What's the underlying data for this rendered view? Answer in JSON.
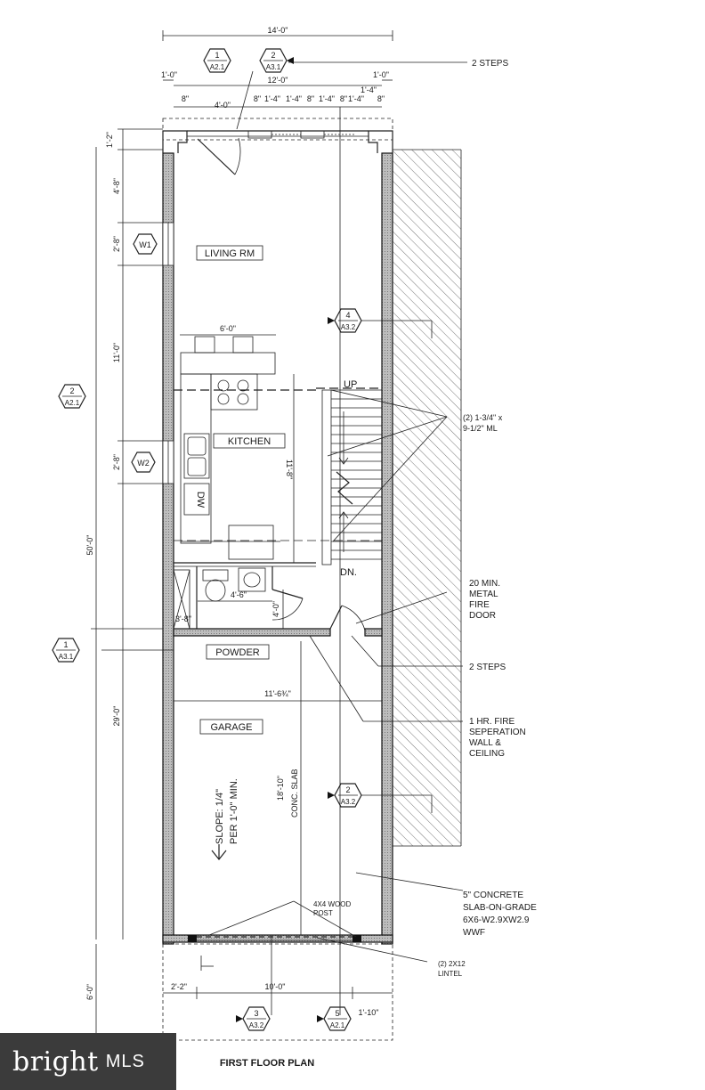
{
  "drawing_title": "FIRST FLOOR PLAN",
  "watermark": {
    "brand": "bright",
    "suffix": "MLS"
  },
  "rooms": {
    "living": "LIVING RM",
    "kitchen": "KITCHEN",
    "powder": "POWDER",
    "garage": "GARAGE"
  },
  "dimensions": {
    "overall_width": "14'-0\"",
    "inner_width": "12'-0\"",
    "left_offset": "1'-0\"",
    "right_offset": "1'-0\"",
    "window_run": [
      "8\"",
      "4'-0\"",
      "8\"",
      "1'-4\"",
      "1'-4\"",
      "8\"",
      "1'-4\"",
      "8\"",
      "1'-4\"",
      "1'-4\"",
      "8\""
    ],
    "left_side": [
      "1'-2\"",
      "4'-8\"",
      "2'-8\"",
      "11'-0\"",
      "2'-8\""
    ],
    "overall_depth": "50'-0\"",
    "garage_depth": "29'-0\"",
    "front_setback": "6'-0\"",
    "counter": "6'-0\"",
    "kitchen_depth": "11'-8\"",
    "powder_width": "4'-6\"",
    "powder_depth": "4'-0\"",
    "powder_left": "3'-8\"",
    "garage_width": "11'-6¾\"",
    "slab_depth": "18'-10\"",
    "bottom_left": "2'-2\"",
    "garage_door": "10'-0\"",
    "bottom_right": "1'-10\""
  },
  "fixtures": {
    "dishwasher": "DW",
    "stair_up": "UP",
    "stair_down": "DN.",
    "slope": [
      "SLOPE: 1/4\"",
      "PER 1'-0\" MIN."
    ],
    "conc_slab": "CONC. SLAB"
  },
  "callouts": {
    "window_1": "W1",
    "window_2": "W2",
    "sections": [
      {
        "num": "1",
        "sheet": "A2.1"
      },
      {
        "num": "2",
        "sheet": "A3.1"
      },
      {
        "num": "2",
        "sheet": "A2.1"
      },
      {
        "num": "4",
        "sheet": "A3.2"
      },
      {
        "num": "1",
        "sheet": "A3.1"
      },
      {
        "num": "2",
        "sheet": "A3.2"
      },
      {
        "num": "3",
        "sheet": "A3.2"
      },
      {
        "num": "5",
        "sheet": "A2.1"
      }
    ]
  },
  "notes": {
    "steps_top": "2 STEPS",
    "beam": [
      "(2) 1-3/4\" x",
      "9-1/2\" ML"
    ],
    "fire_door": [
      "20 MIN.",
      "METAL",
      "FIRE",
      "DOOR"
    ],
    "steps_mid": "2 STEPS",
    "fire_wall": [
      "1 HR. FIRE",
      "SEPERATION",
      "WALL &",
      "CEILING"
    ],
    "slab": [
      "5\" CONCRETE",
      "SLAB-ON-GRADE",
      "6X6-W2.9XW2.9",
      "WWF"
    ],
    "post": [
      "4X4 WOOD",
      "POST"
    ],
    "lintel": [
      "(2) 2X12",
      "LINTEL"
    ]
  }
}
